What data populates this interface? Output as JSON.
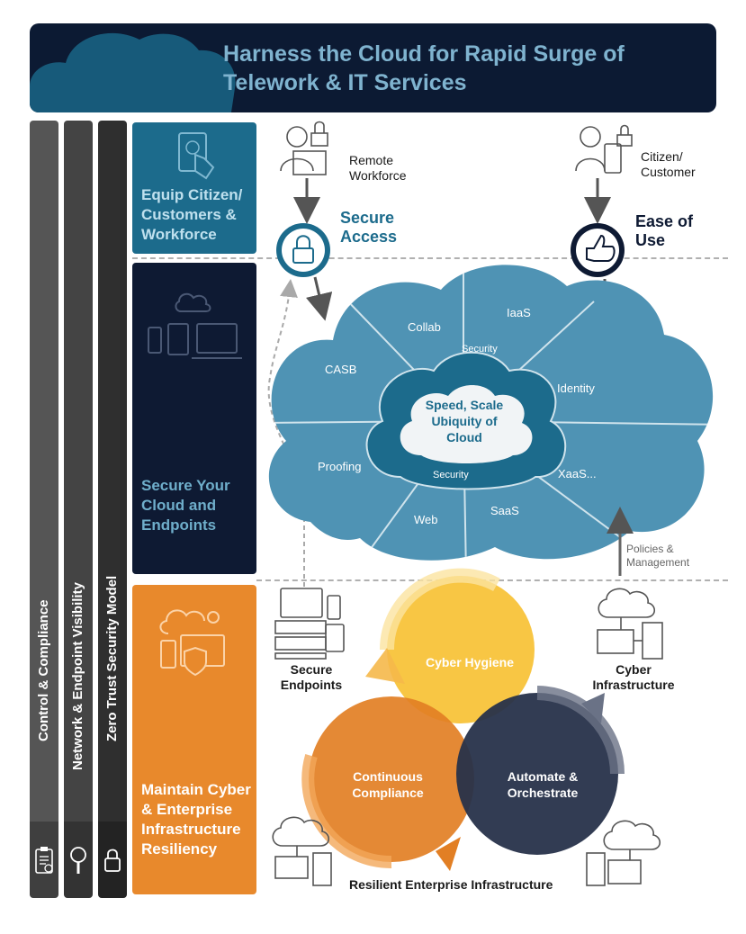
{
  "header": {
    "title": "Harness the Cloud for Rapid Surge of Telework & IT Services"
  },
  "vertical_bars": [
    {
      "label": "Control & Compliance",
      "icon": "clipboard-icon"
    },
    {
      "label": "Network & Endpoint Visibility",
      "icon": "magnifier-icon"
    },
    {
      "label": "Zero Trust Security Model",
      "icon": "lock-icon"
    }
  ],
  "sections": {
    "equip": "Equip Citizen/ Customers & Workforce",
    "secure": "Secure Your Cloud and Endpoints",
    "maintain": "Maintain Cyber & Enterprise Infrastructure Resiliency"
  },
  "top": {
    "remote_workforce": "Remote Workforce",
    "citizen_customer": "Citizen/ Customer",
    "secure_access": "Secure Access",
    "ease_of_use": "Ease of Use"
  },
  "cloud": {
    "segments": [
      "Collab",
      "IaaS",
      "Identity",
      "XaaS...",
      "SaaS",
      "Web",
      "Proofing",
      "CASB"
    ],
    "security_top": "Security",
    "security_bottom": "Security",
    "center": "Speed, Scale Ubiquity of Cloud"
  },
  "policies": "Policies & Management",
  "cycle": {
    "hygiene": "Cyber Hygiene",
    "compliance": "Continuous Compliance",
    "automate": "Automate & Orchestrate"
  },
  "labels": {
    "secure_endpoints": "Secure Endpoints",
    "cyber_infrastructure": "Cyber Infrastructure",
    "resilient": "Resilient Enterprise Infrastructure"
  },
  "colors": {
    "navy": "#0c1a33",
    "teal": "#1c6b8c",
    "orange": "#e8892c",
    "cloud_blue": "#5fa1c0",
    "yellow": "#f7c134",
    "dark_slate": "#27314a"
  }
}
